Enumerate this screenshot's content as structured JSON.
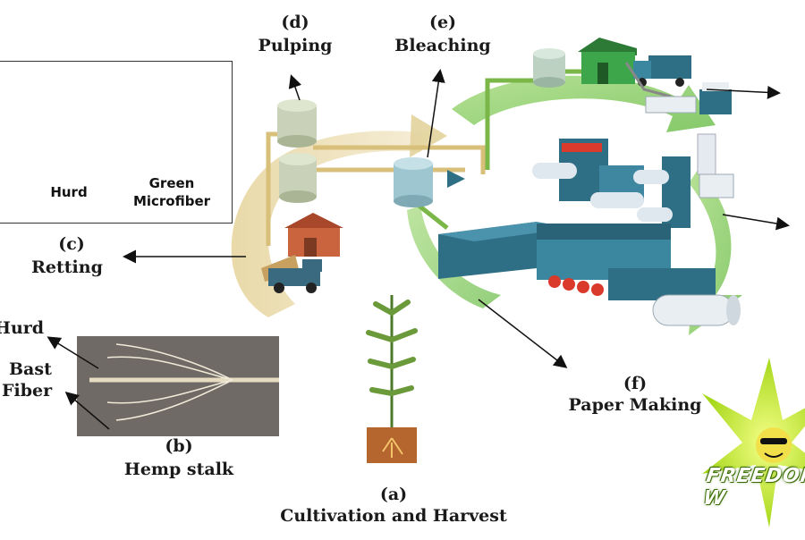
{
  "stages": {
    "a": {
      "letter": "(a)",
      "title": "Cultivation and Harvest"
    },
    "b": {
      "letter": "(b)",
      "title": "Hemp stalk"
    },
    "c": {
      "letter": "(c)",
      "title": "Retting"
    },
    "d": {
      "letter": "(d)",
      "title": "Pulping"
    },
    "e": {
      "letter": "(e)",
      "title": "Bleaching"
    },
    "f": {
      "letter": "(f)",
      "title": "Paper Making"
    }
  },
  "samples": {
    "items": [
      {
        "label": ""
      },
      {
        "label": "Hurd"
      },
      {
        "label": "Green\nMicrofiber"
      }
    ]
  },
  "stalk_parts": {
    "hurd": "Hurd",
    "bast": "Bast",
    "fiber": "Fiber"
  },
  "watermark": {
    "text": "FREEDOM W"
  },
  "colors": {
    "ring_tan": "#e8d9a8",
    "ring_green": "#8fcf6e",
    "machine_blue": "#2f6f86",
    "roll_red": "#d93a2b",
    "pipe_green": "#7ab648",
    "pipe_tan": "#d8c07a"
  }
}
